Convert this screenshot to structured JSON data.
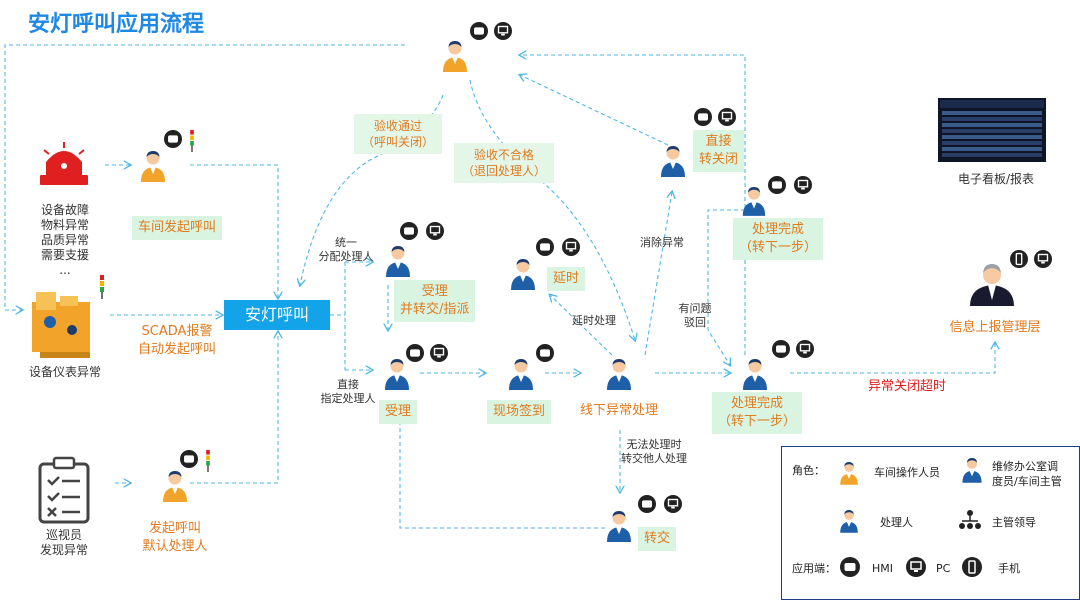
{
  "title": "安灯呼叫应用流程",
  "sources": {
    "device_types": [
      "设备故障",
      "物料异常",
      "品质异常",
      "需要支援",
      "..."
    ],
    "device_meter": "设备仪表异常",
    "inspector": [
      "巡视员",
      "发现异常"
    ],
    "dashboard": "电子看板/报表"
  },
  "actions": {
    "workshop_call": "车间发起呼叫",
    "scada": [
      "SCADA报警",
      "自动发起呼叫"
    ],
    "default_call": [
      "发起呼叫",
      "默认处理人"
    ],
    "andon_call": "安灯呼叫",
    "accept_transfer": [
      "受理",
      "并转交/指派"
    ],
    "accept": "受理",
    "onsite_signin": "现场签到",
    "offline_handle": "线下异常处理",
    "delay": "延时",
    "direct_close": [
      "直接",
      "转关闭"
    ],
    "complete_top": [
      "处理完成",
      "（转下一步）"
    ],
    "complete_bottom": [
      "处理完成",
      "（转下一步）"
    ],
    "transfer": "转交",
    "report_mgmt": "信息上报管理层",
    "timeout": "异常关闭超时"
  },
  "labels": {
    "unified": [
      "统一",
      "分配处理人"
    ],
    "direct_assign": [
      "直接",
      "指定处理人"
    ],
    "delay_handle": "延时处理",
    "eliminate": "消除异常",
    "problem_reject": [
      "有问题",
      "驳回"
    ],
    "cannot_handle": [
      "无法处理时",
      "转交他人处理"
    ],
    "accept_pass": [
      "验收通过",
      "（呼叫关闭）"
    ],
    "accept_fail": [
      "验收不合格",
      "（退回处理人）"
    ]
  },
  "legend": {
    "roles_label": "角色：",
    "workshop_operator": "车间操作人员",
    "maintenance": [
      "维修办公室调",
      "度员/车间主管"
    ],
    "handler": "处理人",
    "leader": "主管领导",
    "terminals_label": "应用端：",
    "hmi": "HMI",
    "pc": "PC",
    "phone": "手机"
  },
  "dashboard_table": {
    "rows": 8
  },
  "colors": {
    "title": "#1e88e5",
    "accent": "#12a3e8",
    "orange": "#e07b1f",
    "red": "#e02020",
    "arrow": "#4fb7e8",
    "green_box": "#d9f4e1"
  }
}
